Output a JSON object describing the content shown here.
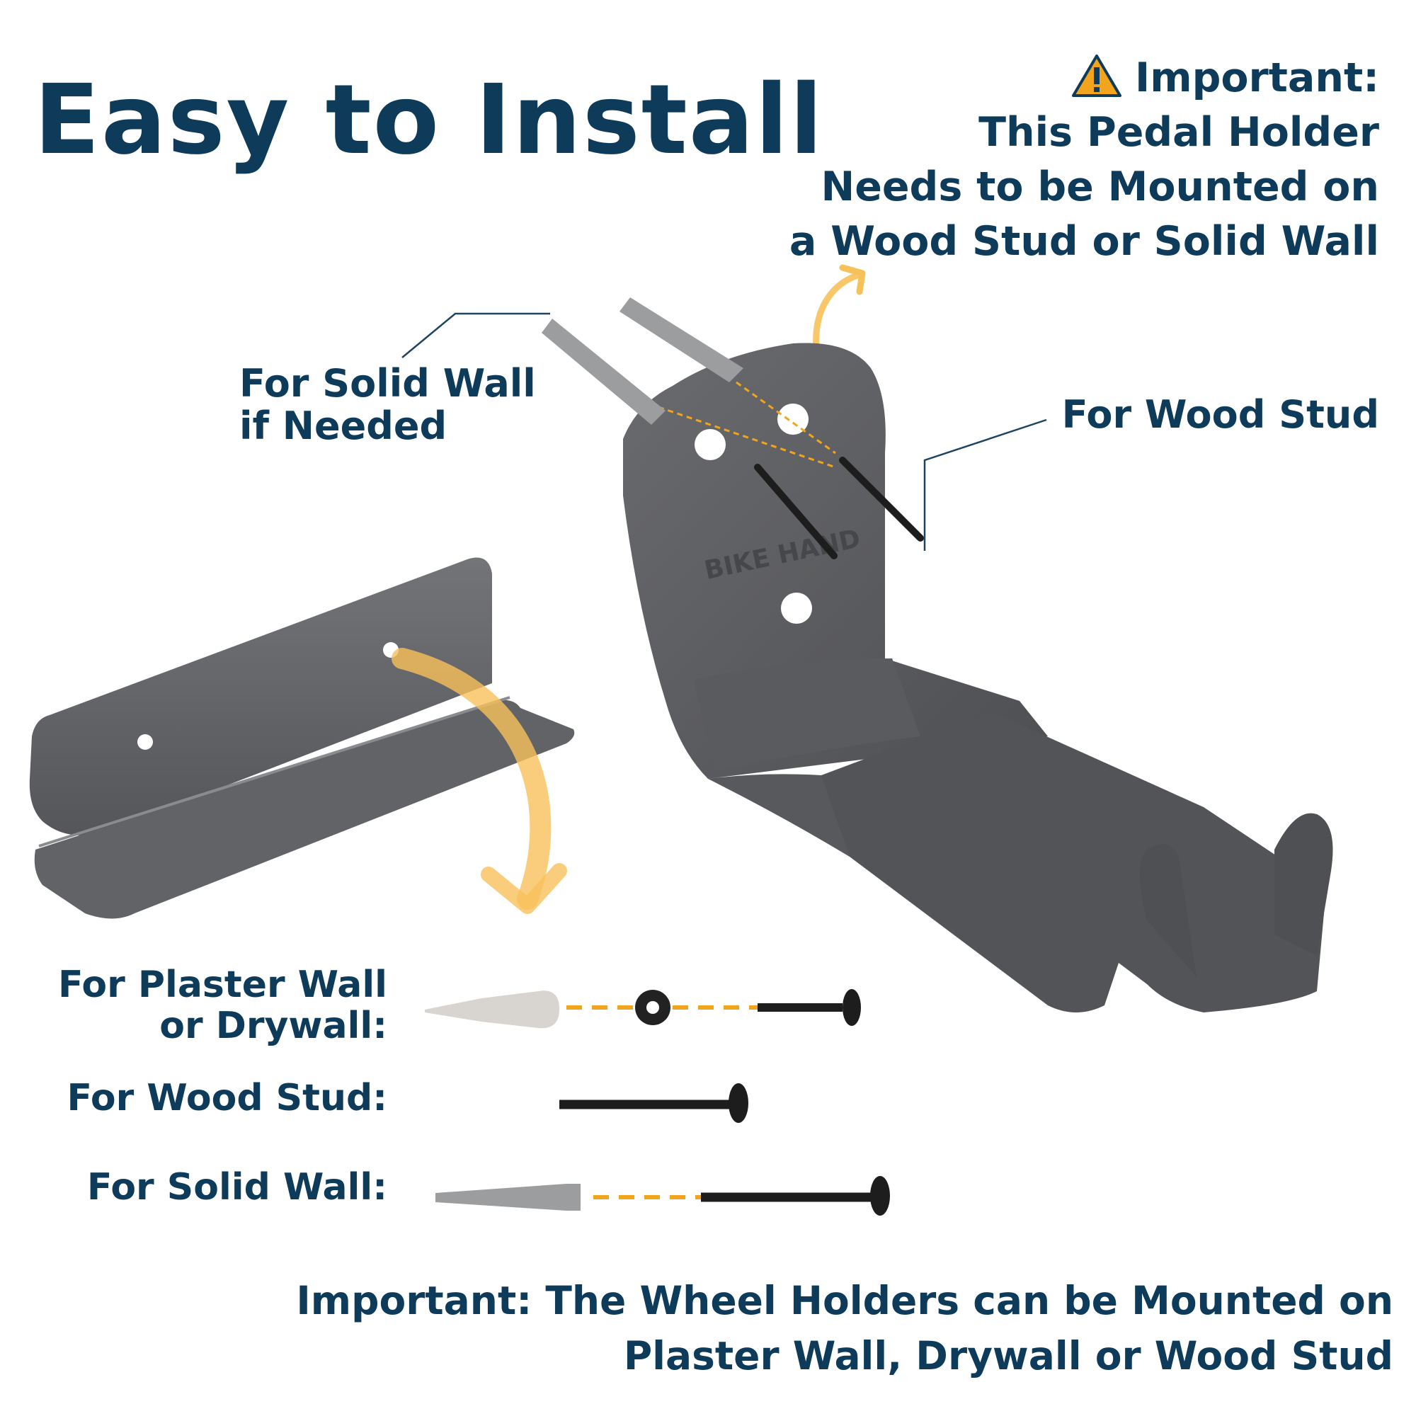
{
  "title": "Easy to Install",
  "important_pedal": {
    "lines": [
      "Important:",
      "This Pedal Holder",
      "Needs to be Mounted on",
      "a Wood Stud or Solid Wall"
    ]
  },
  "callouts": {
    "solid_wall": [
      "For Solid Wall",
      "if Needed"
    ],
    "wood_stud": "For Wood Stud"
  },
  "brand_mark": "BIKE HAND",
  "hardware_rows": [
    {
      "label_lines": [
        "For Plaster Wall",
        "or Drywall:"
      ]
    },
    {
      "label_lines": [
        "For Wood Stud:"
      ]
    },
    {
      "label_lines": [
        "For Solid Wall:"
      ]
    }
  ],
  "footer": {
    "lines": [
      "Important: The Wheel Holders can be Mounted on",
      "Plaster Wall, Drywall or Wood Stud"
    ]
  },
  "colors": {
    "text": "#0d3b59",
    "accent": "#f5b335",
    "metal": "#5c5d60",
    "warning": "#f2a51c"
  }
}
